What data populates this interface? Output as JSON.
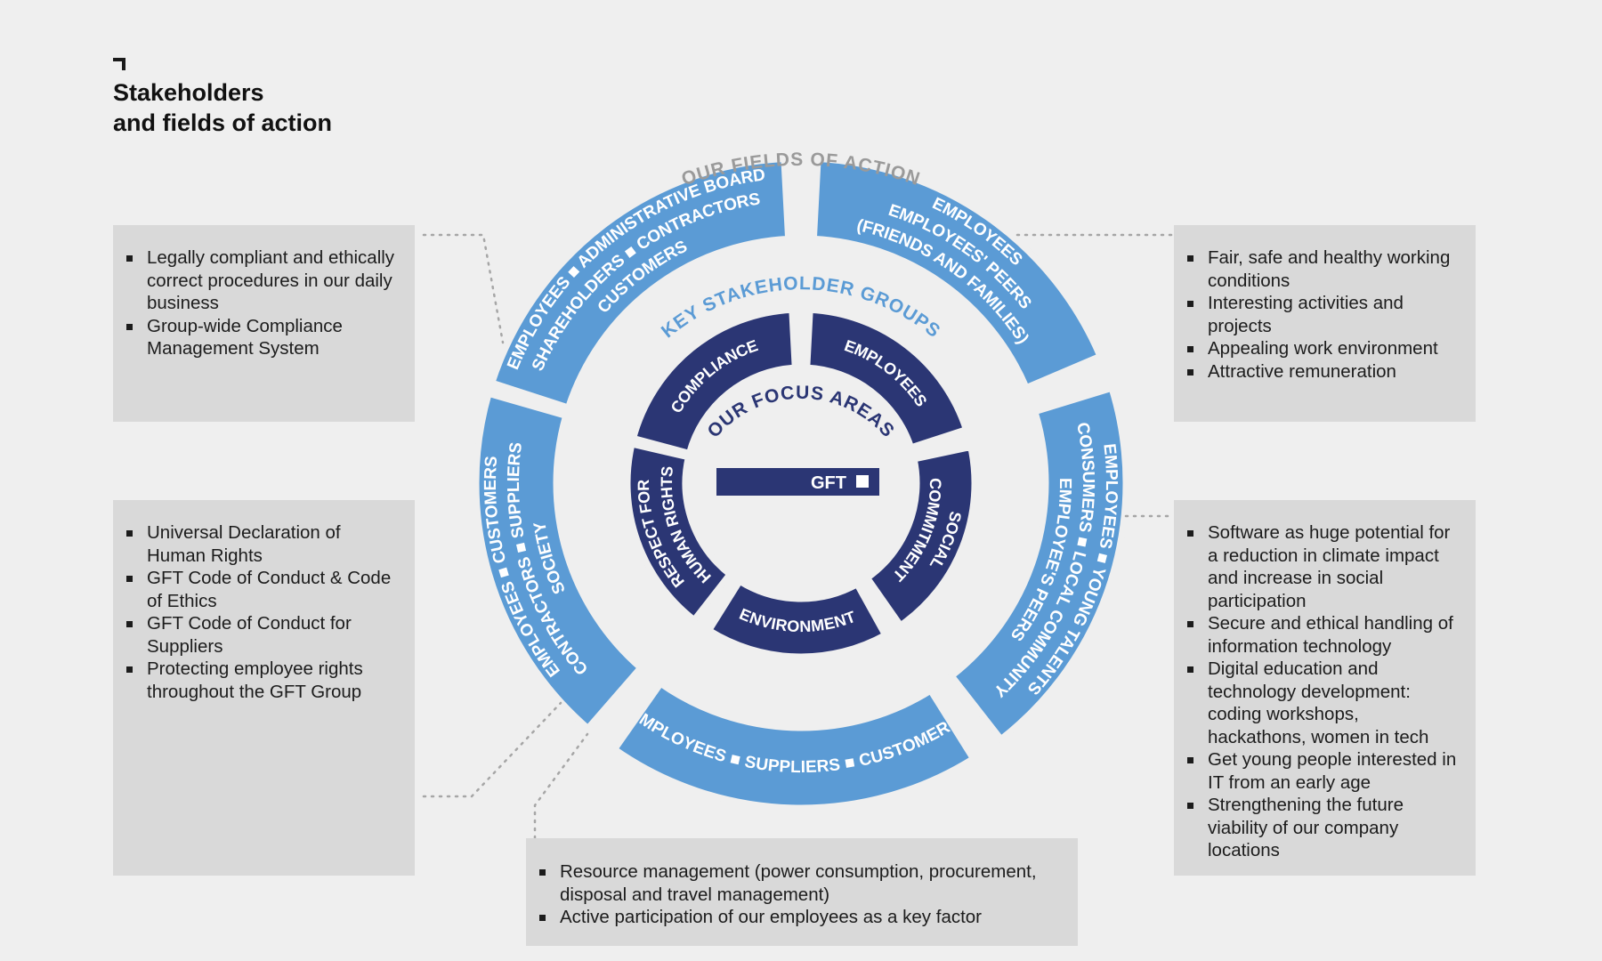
{
  "header": {
    "title_line1": "Stakeholders",
    "title_line2": "and fields of action"
  },
  "diagram": {
    "outer_label": "OUR FIELDS OF ACTION",
    "middle_label": "KEY STAKEHOLDER GROUPS",
    "inner_label": "OUR FOCUS AREAS",
    "center_logo": "GFT",
    "stakeholders": {
      "top_left": [
        "EMPLOYEES ■ ADMINISTRATIVE BOARD",
        "SHAREHOLDERS ■ CONTRACTORS",
        "CUSTOMERS"
      ],
      "top_right": [
        "EMPLOYEES",
        "EMPLOYEES' PEERS",
        "(FRIENDS AND FAMILIES)"
      ],
      "right": [
        "EMPLOYEES ■ YOUNG TALENTS",
        "CONSUMERS ■ LOCAL COMMUNITY",
        "EMPLOYEE'S PEERS"
      ],
      "bottom": [
        "EMPLOYEES ■ SUPPLIERS ■ CUSTOMERS"
      ],
      "left": [
        "EMPLOYEES ■ CUSTOMERS",
        "CONTRACTORS ■ SUPPLIERS",
        "SOCIETY"
      ]
    },
    "focus_areas": {
      "compliance": [
        "COMPLIANCE"
      ],
      "employees": [
        "EMPLOYEES"
      ],
      "social": [
        "SOCIAL",
        "COMMITMENT"
      ],
      "environment": [
        "ENVIRONMENT"
      ],
      "human_rights": [
        "RESPECT FOR",
        "HUMAN RIGHTS"
      ]
    },
    "colors": {
      "outer": "#5b9bd5",
      "inner": "#2b3674",
      "accent_label": "#5b9bd5",
      "outer_label": "#9a9a9a",
      "box": "#d9d9d9"
    }
  },
  "boxes": {
    "top_left": [
      "Legally compliant and ethically correct procedures in our daily business",
      "Group-wide Compliance Management System"
    ],
    "mid_left": [
      "Universal Declaration of Human Rights",
      "GFT Code of Conduct & Code of Ethics",
      "GFT Code of Conduct for Suppliers",
      "Protecting employee rights throughout the GFT Group"
    ],
    "top_right": [
      "Fair, safe and healthy working conditions",
      "Interesting activities and projects",
      "Appealing work environment",
      "Attractive remuneration"
    ],
    "mid_right": [
      "Software as huge potential for a reduction in climate impact and increase in social participation",
      "Secure and ethical handling of information technology",
      "Digital education and technology development: coding workshops, hackathons, women in tech",
      "Get young people interested in IT from an early age",
      "Strengthening the future viability of our company locations"
    ],
    "bottom_center": [
      "Resource management (power consumption, procurement, disposal and travel management)",
      "Active participation of our employees as a key factor"
    ]
  }
}
